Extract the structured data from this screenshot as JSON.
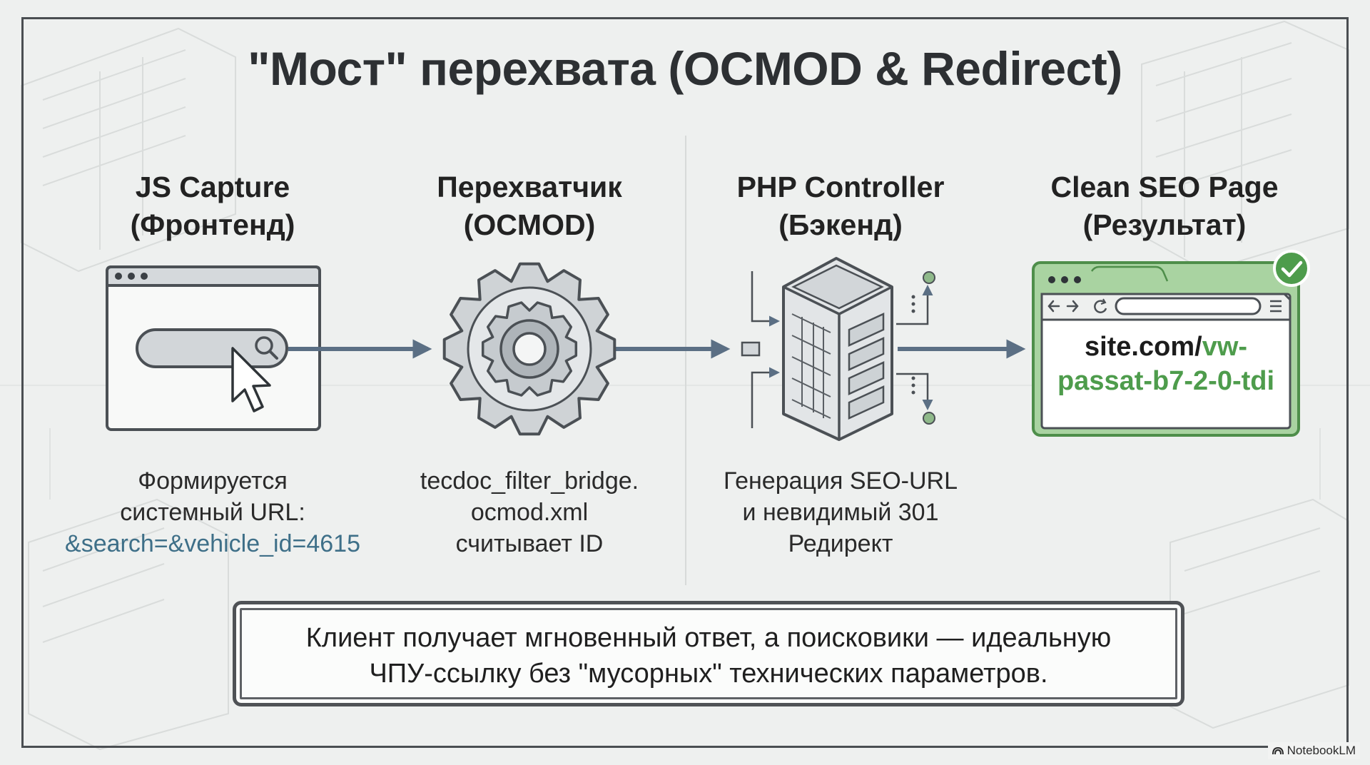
{
  "title": "\"Мост\" перехвата (OCMOD & Redirect)",
  "steps": [
    {
      "title_line1": "JS Capture",
      "title_line2": "(Фронтенд)",
      "desc_line1": "Формируется",
      "desc_line2": "системный URL:",
      "desc_code": "&search=&vehicle_id=4615"
    },
    {
      "title_line1": "Перехватчик",
      "title_line2": "(OCMOD)",
      "desc_line1": "tecdoc_filter_bridge.",
      "desc_line2": "ocmod.xml",
      "desc_line3": "считывает ID"
    },
    {
      "title_line1": "PHP Controller",
      "title_line2": "(Бэкенд)",
      "desc_line1": "Генерация SEO-URL",
      "desc_line2": "и невидимый 301",
      "desc_line3": "Редирект"
    },
    {
      "title_line1": "Clean SEO Page",
      "title_line2": "(Результат)",
      "url_domain": "site.com/",
      "url_path_line1": "vw-",
      "url_path_line2": "passat-b7-2-0-tdi"
    }
  ],
  "banner": {
    "line1": "Клиент получает мгновенный ответ, а поисковики — идеальную",
    "line2": "ЧПУ-ссылку без \"мусорных\" технических параметров."
  },
  "brand": "NotebookLM",
  "colors": {
    "success_green": "#4e9c4c",
    "arrow": "#5b6f84",
    "code_text": "#3e6f88",
    "frame": "#4a4e52"
  },
  "icons": [
    "browser-search-icon",
    "cursor-icon",
    "gear-icon",
    "server-icon",
    "browser-result-icon",
    "checkmark-icon",
    "notebooklm-logo-icon"
  ]
}
